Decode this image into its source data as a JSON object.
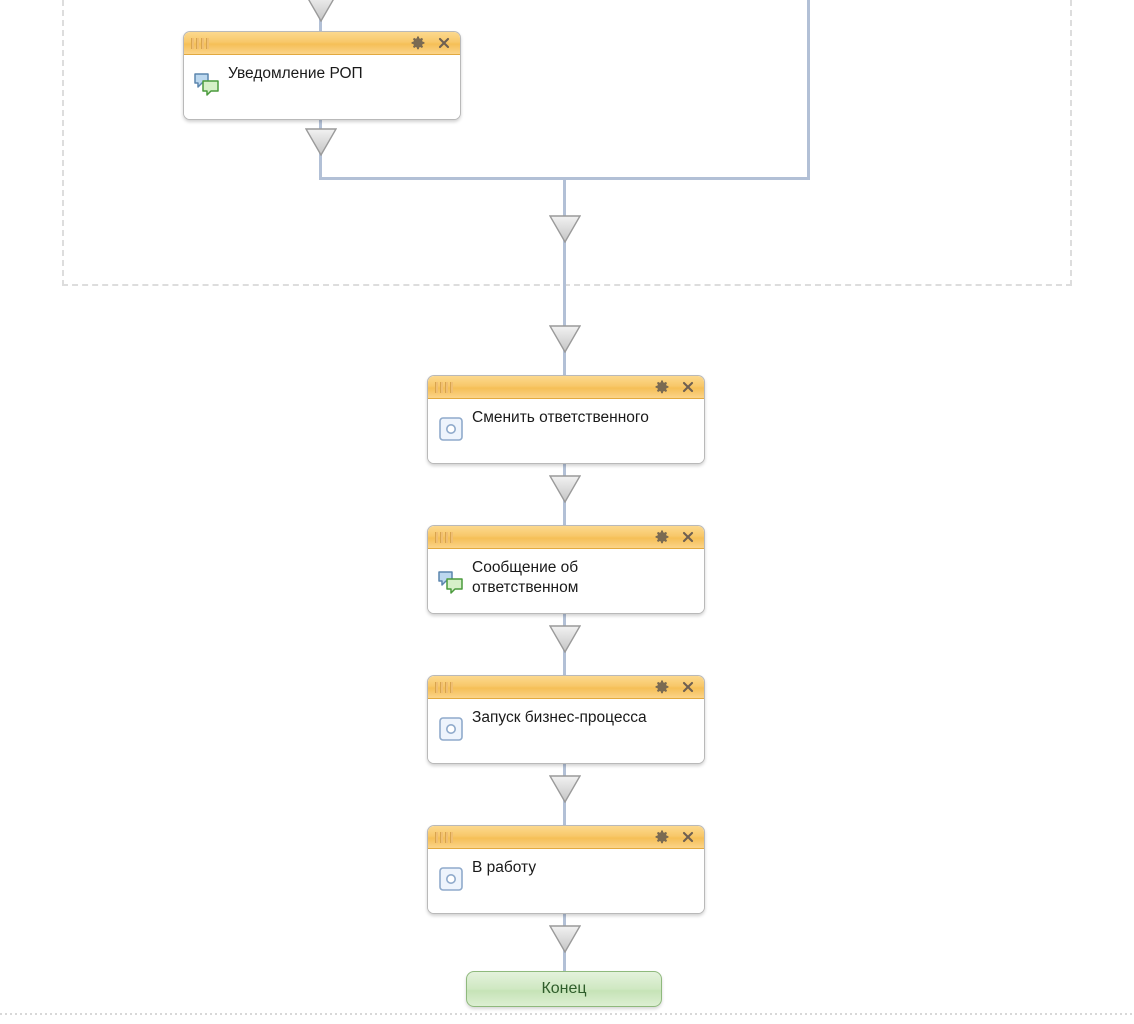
{
  "canvas": {
    "title": "business-process-diagram",
    "background_color": "#ffffff",
    "accent_header_color": "#f8c86a",
    "connector_color": "#b2c0d6",
    "group_border_color": "#dddddd",
    "end_node_color": "#cfe8c2"
  },
  "group": {
    "name": "dashed-group-region"
  },
  "nodes": [
    {
      "id": "notify-rop",
      "label": "Уведомление РОП",
      "icon": "message-icon",
      "type": "activity",
      "header_icons": [
        "gear-icon",
        "close-icon"
      ],
      "drag_handle": "drag-handle-icon"
    },
    {
      "id": "change-responsible",
      "label": "Сменить ответственного",
      "icon": "action-icon",
      "type": "activity",
      "header_icons": [
        "gear-icon",
        "close-icon"
      ],
      "drag_handle": "drag-handle-icon"
    },
    {
      "id": "message-responsible",
      "label": "Сообщение об\nответственном",
      "icon": "message-icon",
      "type": "activity",
      "header_icons": [
        "gear-icon",
        "close-icon"
      ],
      "drag_handle": "drag-handle-icon"
    },
    {
      "id": "start-business-process",
      "label": "Запуск бизнес-процесса",
      "icon": "action-icon",
      "type": "activity",
      "header_icons": [
        "gear-icon",
        "close-icon"
      ],
      "drag_handle": "drag-handle-icon"
    },
    {
      "id": "to-work",
      "label": "В работу",
      "icon": "action-icon",
      "type": "activity",
      "header_icons": [
        "gear-icon",
        "close-icon"
      ],
      "drag_handle": "drag-handle-icon"
    }
  ],
  "end_node": {
    "label": "Конец"
  }
}
